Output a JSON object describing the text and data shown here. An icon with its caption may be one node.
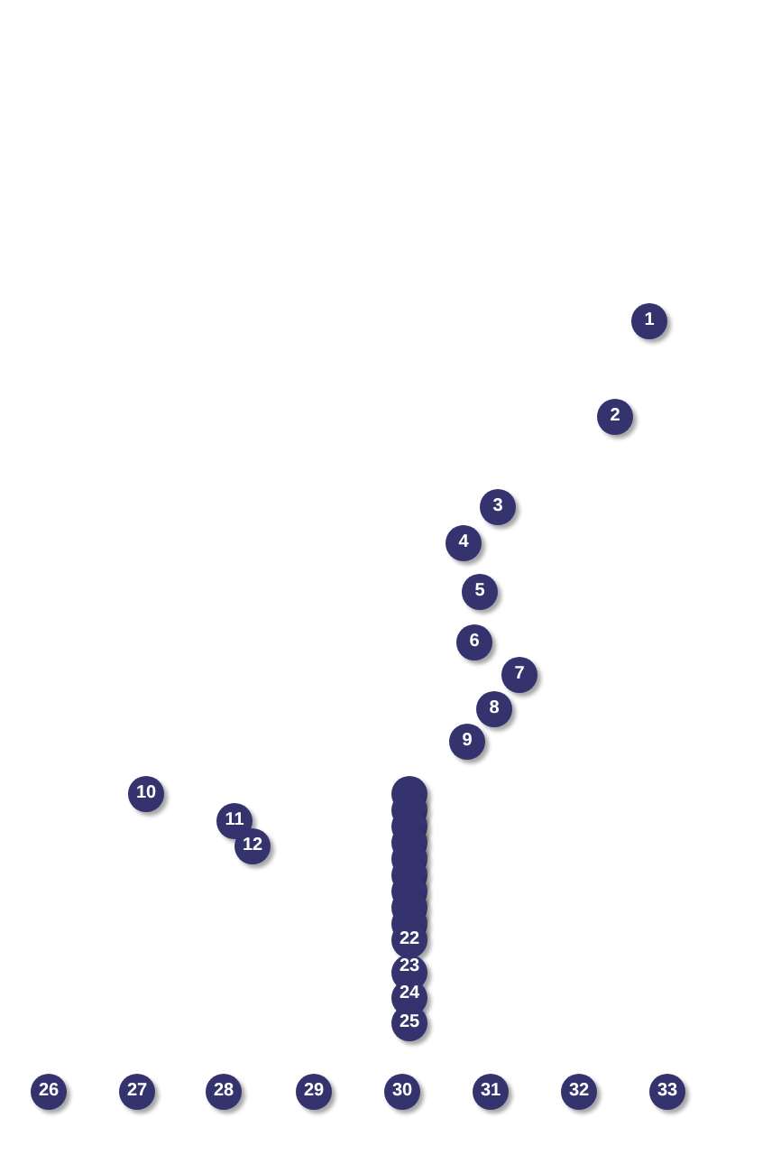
{
  "diagram": {
    "labels": [
      "1",
      "2",
      "3",
      "4",
      "5",
      "6",
      "7",
      "8",
      "9",
      "10",
      "11",
      "12",
      "22",
      "23",
      "24",
      "25",
      "26",
      "27",
      "28",
      "29",
      "30",
      "31",
      "32",
      "33"
    ]
  }
}
